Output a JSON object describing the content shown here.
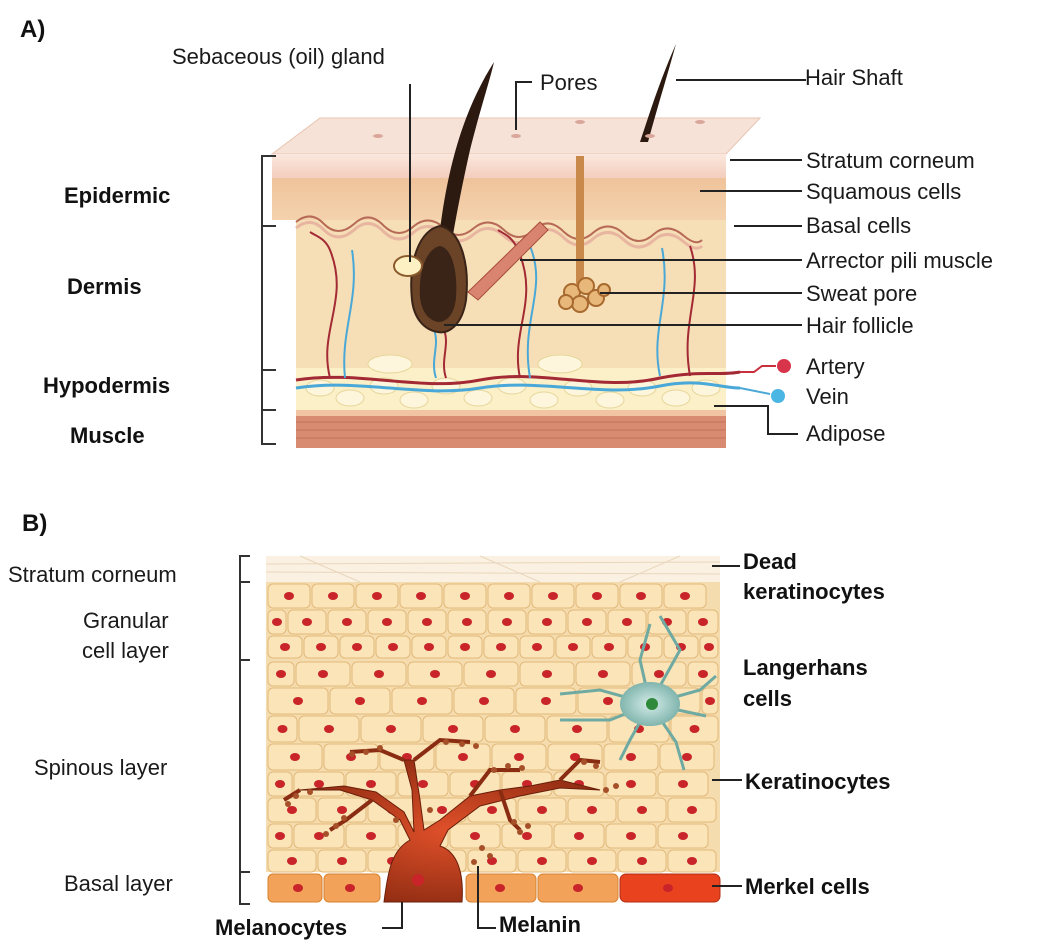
{
  "panel_a": {
    "tag": "A)",
    "top_labels": {
      "sebaceous": "Sebaceous (oil) gland",
      "pores": "Pores",
      "hair_shaft": "Hair Shaft"
    },
    "layers": {
      "epidermic": "Epidermic",
      "dermis": "Dermis",
      "hypodermis": "Hypodermis",
      "muscle": "Muscle"
    },
    "right_labels": {
      "stratum_corneum": "Stratum corneum",
      "squamous": "Squamous cells",
      "basal": "Basal cells",
      "arrector": "Arrector pili muscle",
      "sweat": "Sweat pore",
      "follicle": "Hair follicle",
      "artery": "Artery",
      "vein": "Vein",
      "adipose": "Adipose"
    }
  },
  "panel_b": {
    "tag": "B)",
    "left_labels": {
      "stratum_corneum": "Stratum corneum",
      "granular_1": "Granular",
      "granular_2": "cell layer",
      "spinous": "Spinous layer",
      "basal": "Basal layer"
    },
    "right_labels": {
      "dead_1": "Dead",
      "dead_2": "keratinocytes",
      "langerhans_1": "Langerhans",
      "langerhans_2": "cells",
      "keratinocytes": "Keratinocytes",
      "merkel": "Merkel cells"
    },
    "bottom_labels": {
      "melanocytes": "Melanocytes",
      "melanin": "Melanin"
    }
  },
  "colors": {
    "skin_top": "#f7d9cc",
    "epidermis": "#f2c9a0",
    "dermis": "#f6dfb6",
    "adipose": "#fbf0c8",
    "muscle": "#d98b72",
    "hair": "#3a2418",
    "artery": "#a32a35",
    "vein": "#4aa8d8",
    "cell_fill": "#fbe4b8",
    "nucleus": "#c8242a",
    "basal_cell": "#f3a25a",
    "merkel": "#e8431e",
    "melanocyte": "#9c3212",
    "langerhans": "#7fb8b0"
  }
}
